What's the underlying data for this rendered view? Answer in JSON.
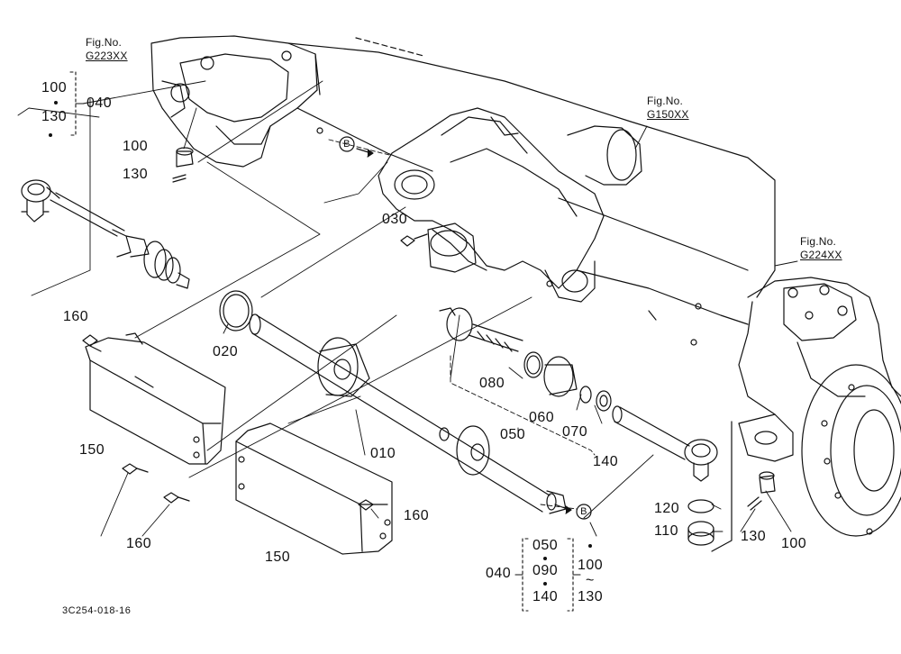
{
  "figure_refs": {
    "top_left": {
      "label": "Fig.No.",
      "code": "G223XX"
    },
    "top_center": {
      "label": "Fig.No.",
      "code": "G150XX"
    },
    "right": {
      "label": "Fig.No.",
      "code": "G224XX"
    }
  },
  "part_numbers": {
    "p100_top": "100",
    "p130_top": "130",
    "p040_top": "040",
    "p100_nut": "100",
    "p130_pin": "130",
    "p030": "030",
    "p160_top": "160",
    "p020": "020",
    "p150_left": "150",
    "p080": "080",
    "p060": "060",
    "p050_mid": "050",
    "p070": "070",
    "p010": "010",
    "p140": "140",
    "p160_bot_left": "160",
    "p160_bot_right": "160",
    "p150_bottom": "150",
    "p120": "120",
    "p110": "110",
    "p130_right": "130",
    "p100_right": "100",
    "group_040": "040",
    "group_050": "050",
    "group_090": "090",
    "group_140": "140",
    "group_100": "100",
    "group_tilde": "~",
    "group_130": "130"
  },
  "markers": {
    "ref_b_top": "B",
    "ref_b_bottom": "B"
  },
  "drawing_code": "3C254-018-16"
}
